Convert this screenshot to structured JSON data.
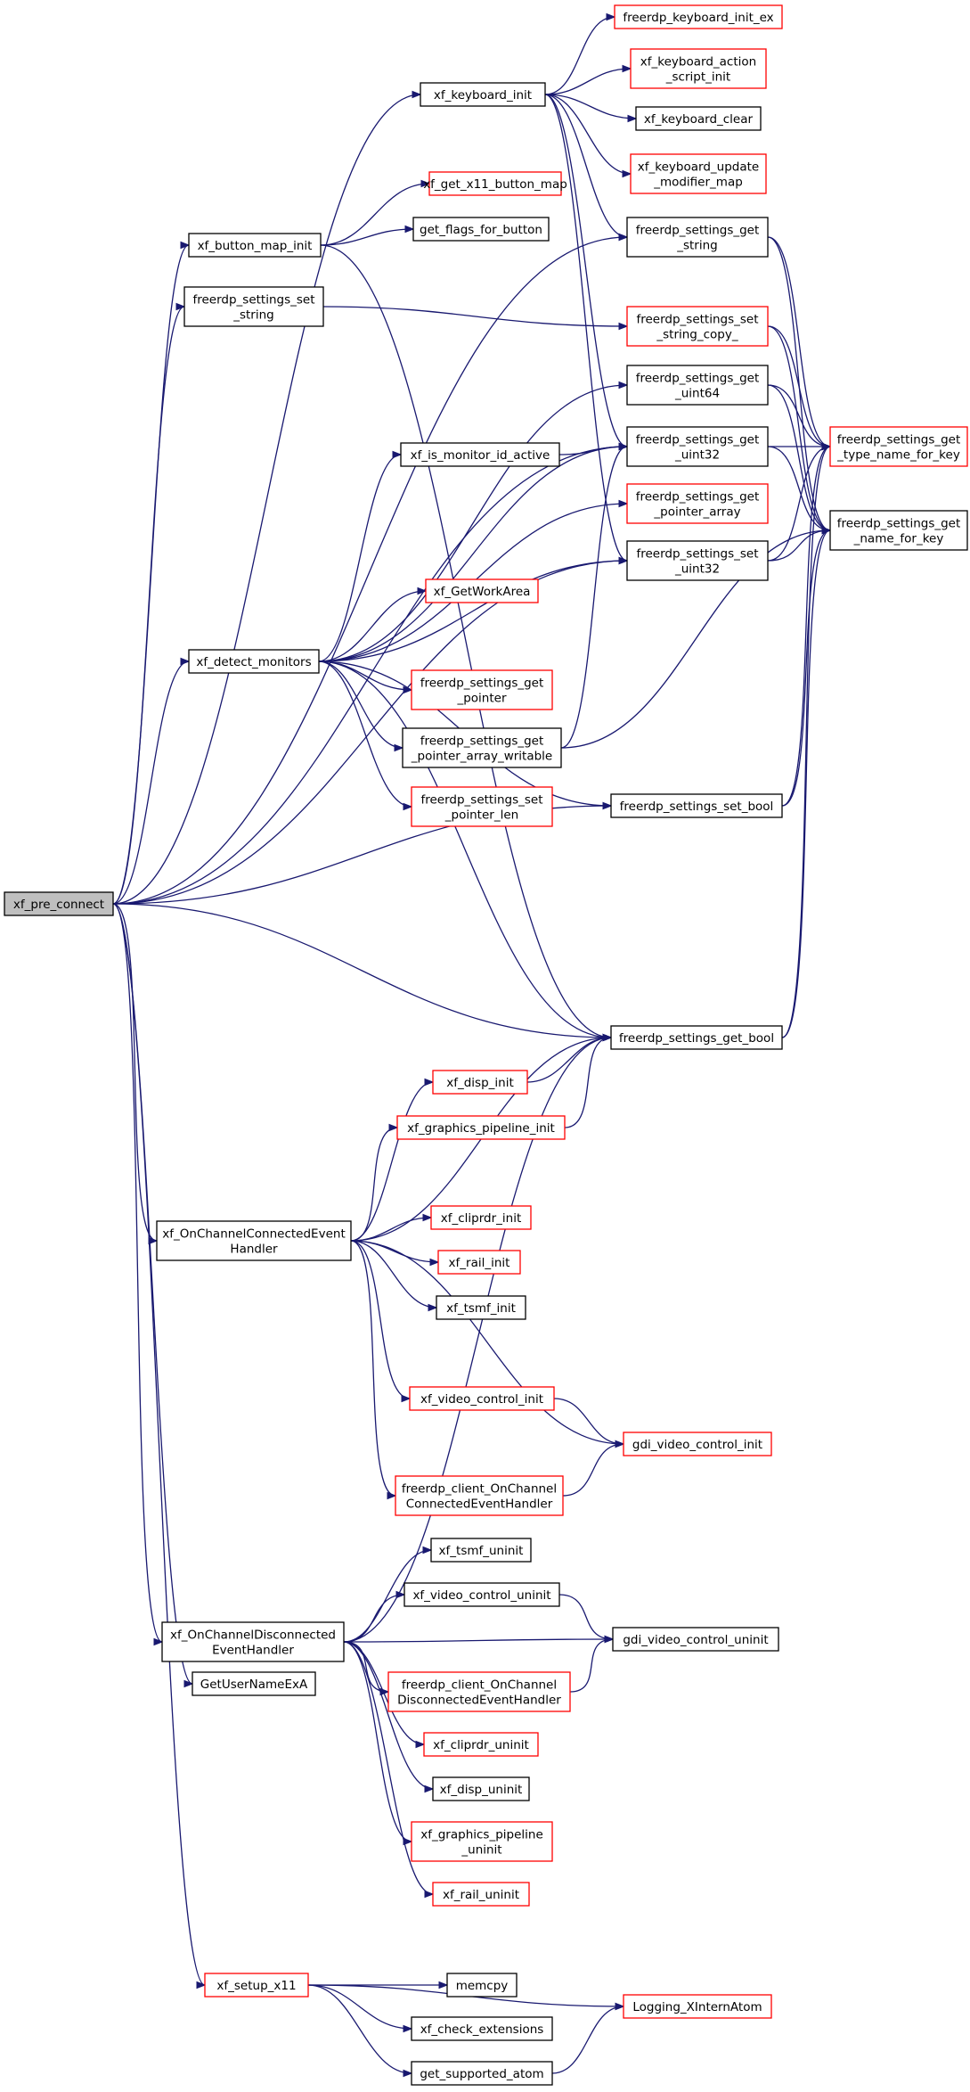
{
  "graph": {
    "nodes": [
      {
        "id": "xf_pre_connect",
        "lines": [
          "xf_pre_connect"
        ],
        "kind": "root"
      },
      {
        "id": "xf_keyboard_init",
        "lines": [
          "xf_keyboard_init"
        ],
        "kind": "black"
      },
      {
        "id": "freerdp_keyboard_init_ex",
        "lines": [
          "freerdp_keyboard_init_ex"
        ],
        "kind": "red"
      },
      {
        "id": "xf_keyboard_action_script_init",
        "lines": [
          "xf_keyboard_action",
          "_script_init"
        ],
        "kind": "red"
      },
      {
        "id": "xf_keyboard_clear",
        "lines": [
          "xf_keyboard_clear"
        ],
        "kind": "black"
      },
      {
        "id": "xf_keyboard_update_modifier_map",
        "lines": [
          "xf_keyboard_update",
          "_modifier_map"
        ],
        "kind": "red"
      },
      {
        "id": "xf_get_x11_button_map",
        "lines": [
          "xf_get_x11_button_map"
        ],
        "kind": "red"
      },
      {
        "id": "xf_button_map_init",
        "lines": [
          "xf_button_map_init"
        ],
        "kind": "black"
      },
      {
        "id": "get_flags_for_button",
        "lines": [
          "get_flags_for_button"
        ],
        "kind": "black"
      },
      {
        "id": "freerdp_settings_get_string",
        "lines": [
          "freerdp_settings_get",
          "_string"
        ],
        "kind": "black"
      },
      {
        "id": "freerdp_settings_set_string",
        "lines": [
          "freerdp_settings_set",
          "_string"
        ],
        "kind": "black"
      },
      {
        "id": "freerdp_settings_set_string_copy_",
        "lines": [
          "freerdp_settings_set",
          "_string_copy_"
        ],
        "kind": "red"
      },
      {
        "id": "freerdp_settings_get_uint64",
        "lines": [
          "freerdp_settings_get",
          "_uint64"
        ],
        "kind": "black"
      },
      {
        "id": "freerdp_settings_get_uint32",
        "lines": [
          "freerdp_settings_get",
          "_uint32"
        ],
        "kind": "black"
      },
      {
        "id": "freerdp_settings_get_type_name_for_key",
        "lines": [
          "freerdp_settings_get",
          "_type_name_for_key"
        ],
        "kind": "red"
      },
      {
        "id": "xf_is_monitor_id_active",
        "lines": [
          "xf_is_monitor_id_active"
        ],
        "kind": "black"
      },
      {
        "id": "freerdp_settings_get_pointer_array",
        "lines": [
          "freerdp_settings_get",
          "_pointer_array"
        ],
        "kind": "red"
      },
      {
        "id": "freerdp_settings_get_name_for_key",
        "lines": [
          "freerdp_settings_get",
          "_name_for_key"
        ],
        "kind": "black"
      },
      {
        "id": "freerdp_settings_set_uint32",
        "lines": [
          "freerdp_settings_set",
          "_uint32"
        ],
        "kind": "black"
      },
      {
        "id": "xf_GetWorkArea",
        "lines": [
          "xf_GetWorkArea"
        ],
        "kind": "red"
      },
      {
        "id": "xf_detect_monitors",
        "lines": [
          "xf_detect_monitors"
        ],
        "kind": "black"
      },
      {
        "id": "freerdp_settings_get_pointer",
        "lines": [
          "freerdp_settings_get",
          "_pointer"
        ],
        "kind": "red"
      },
      {
        "id": "freerdp_settings_get_pointer_array_writable",
        "lines": [
          "freerdp_settings_get",
          "_pointer_array_writable"
        ],
        "kind": "black"
      },
      {
        "id": "freerdp_settings_set_pointer_len",
        "lines": [
          "freerdp_settings_set",
          "_pointer_len"
        ],
        "kind": "red"
      },
      {
        "id": "freerdp_settings_set_bool",
        "lines": [
          "freerdp_settings_set_bool"
        ],
        "kind": "black"
      },
      {
        "id": "freerdp_settings_get_bool",
        "lines": [
          "freerdp_settings_get_bool"
        ],
        "kind": "black"
      },
      {
        "id": "xf_disp_init",
        "lines": [
          "xf_disp_init"
        ],
        "kind": "red"
      },
      {
        "id": "xf_graphics_pipeline_init",
        "lines": [
          "xf_graphics_pipeline_init"
        ],
        "kind": "red"
      },
      {
        "id": "xf_OnChannelConnectedEventHandler",
        "lines": [
          "xf_OnChannelConnectedEvent",
          "Handler"
        ],
        "kind": "black"
      },
      {
        "id": "xf_cliprdr_init",
        "lines": [
          "xf_cliprdr_init"
        ],
        "kind": "red"
      },
      {
        "id": "xf_rail_init",
        "lines": [
          "xf_rail_init"
        ],
        "kind": "red"
      },
      {
        "id": "xf_tsmf_init",
        "lines": [
          "xf_tsmf_init"
        ],
        "kind": "black"
      },
      {
        "id": "xf_video_control_init",
        "lines": [
          "xf_video_control_init"
        ],
        "kind": "red"
      },
      {
        "id": "gdi_video_control_init",
        "lines": [
          "gdi_video_control_init"
        ],
        "kind": "red"
      },
      {
        "id": "freerdp_client_OnChannelConnectedEventHandler",
        "lines": [
          "freerdp_client_OnChannel",
          "ConnectedEventHandler"
        ],
        "kind": "red"
      },
      {
        "id": "xf_tsmf_uninit",
        "lines": [
          "xf_tsmf_uninit"
        ],
        "kind": "black"
      },
      {
        "id": "xf_video_control_uninit",
        "lines": [
          "xf_video_control_uninit"
        ],
        "kind": "black"
      },
      {
        "id": "xf_OnChannelDisconnectedEventHandler",
        "lines": [
          "xf_OnChannelDisconnected",
          "EventHandler"
        ],
        "kind": "black"
      },
      {
        "id": "gdi_video_control_uninit",
        "lines": [
          "gdi_video_control_uninit"
        ],
        "kind": "black"
      },
      {
        "id": "freerdp_client_OnChannelDisconnectedEventHandler",
        "lines": [
          "freerdp_client_OnChannel",
          "DisconnectedEventHandler"
        ],
        "kind": "red"
      },
      {
        "id": "GetUserNameExA",
        "lines": [
          "GetUserNameExA"
        ],
        "kind": "black"
      },
      {
        "id": "xf_cliprdr_uninit",
        "lines": [
          "xf_cliprdr_uninit"
        ],
        "kind": "red"
      },
      {
        "id": "xf_disp_uninit",
        "lines": [
          "xf_disp_uninit"
        ],
        "kind": "black"
      },
      {
        "id": "xf_graphics_pipeline_uninit",
        "lines": [
          "xf_graphics_pipeline",
          "_uninit"
        ],
        "kind": "red"
      },
      {
        "id": "xf_rail_uninit",
        "lines": [
          "xf_rail_uninit"
        ],
        "kind": "red"
      },
      {
        "id": "xf_setup_x11",
        "lines": [
          "xf_setup_x11"
        ],
        "kind": "red"
      },
      {
        "id": "memcpy",
        "lines": [
          "memcpy"
        ],
        "kind": "black"
      },
      {
        "id": "Logging_XInternAtom",
        "lines": [
          "Logging_XInternAtom"
        ],
        "kind": "red"
      },
      {
        "id": "xf_check_extensions",
        "lines": [
          "xf_check_extensions"
        ],
        "kind": "black"
      },
      {
        "id": "get_supported_atom",
        "lines": [
          "get_supported_atom"
        ],
        "kind": "black"
      }
    ],
    "edges": [
      [
        "xf_pre_connect",
        "xf_keyboard_init"
      ],
      [
        "xf_pre_connect",
        "freerdp_settings_get_string"
      ],
      [
        "xf_pre_connect",
        "xf_button_map_init"
      ],
      [
        "xf_pre_connect",
        "freerdp_settings_set_string"
      ],
      [
        "xf_pre_connect",
        "freerdp_settings_get_uint32"
      ],
      [
        "xf_pre_connect",
        "xf_detect_monitors"
      ],
      [
        "xf_pre_connect",
        "freerdp_settings_set_uint32"
      ],
      [
        "xf_pre_connect",
        "freerdp_settings_set_bool"
      ],
      [
        "xf_pre_connect",
        "freerdp_settings_get_bool"
      ],
      [
        "xf_pre_connect",
        "xf_OnChannelConnectedEventHandler"
      ],
      [
        "xf_pre_connect",
        "xf_OnChannelDisconnectedEventHandler"
      ],
      [
        "xf_pre_connect",
        "GetUserNameExA"
      ],
      [
        "xf_pre_connect",
        "xf_setup_x11"
      ],
      [
        "xf_keyboard_init",
        "freerdp_keyboard_init_ex"
      ],
      [
        "xf_keyboard_init",
        "xf_keyboard_action_script_init"
      ],
      [
        "xf_keyboard_init",
        "xf_keyboard_clear"
      ],
      [
        "xf_keyboard_init",
        "xf_keyboard_update_modifier_map"
      ],
      [
        "xf_keyboard_init",
        "freerdp_settings_get_string"
      ],
      [
        "xf_keyboard_init",
        "freerdp_settings_get_uint32"
      ],
      [
        "xf_keyboard_init",
        "freerdp_settings_set_uint32"
      ],
      [
        "xf_button_map_init",
        "xf_get_x11_button_map"
      ],
      [
        "xf_button_map_init",
        "get_flags_for_button"
      ],
      [
        "xf_button_map_init",
        "freerdp_settings_get_bool"
      ],
      [
        "freerdp_settings_set_string",
        "freerdp_settings_set_string_copy_"
      ],
      [
        "freerdp_settings_get_string",
        "freerdp_settings_get_type_name_for_key"
      ],
      [
        "freerdp_settings_get_string",
        "freerdp_settings_get_name_for_key"
      ],
      [
        "freerdp_settings_set_string_copy_",
        "freerdp_settings_get_type_name_for_key"
      ],
      [
        "freerdp_settings_set_string_copy_",
        "freerdp_settings_get_name_for_key"
      ],
      [
        "freerdp_settings_get_uint64",
        "freerdp_settings_get_type_name_for_key"
      ],
      [
        "freerdp_settings_get_uint64",
        "freerdp_settings_get_name_for_key"
      ],
      [
        "freerdp_settings_get_uint32",
        "freerdp_settings_get_type_name_for_key"
      ],
      [
        "freerdp_settings_get_uint32",
        "freerdp_settings_get_name_for_key"
      ],
      [
        "freerdp_settings_set_uint32",
        "freerdp_settings_get_type_name_for_key"
      ],
      [
        "freerdp_settings_set_uint32",
        "freerdp_settings_get_name_for_key"
      ],
      [
        "xf_is_monitor_id_active",
        "freerdp_settings_get_uint32"
      ],
      [
        "xf_detect_monitors",
        "freerdp_settings_get_uint64"
      ],
      [
        "xf_detect_monitors",
        "freerdp_settings_get_uint32"
      ],
      [
        "xf_detect_monitors",
        "xf_is_monitor_id_active"
      ],
      [
        "xf_detect_monitors",
        "freerdp_settings_get_pointer_array"
      ],
      [
        "xf_detect_monitors",
        "xf_GetWorkArea"
      ],
      [
        "xf_detect_monitors",
        "freerdp_settings_set_uint32"
      ],
      [
        "xf_detect_monitors",
        "freerdp_settings_get_pointer"
      ],
      [
        "xf_detect_monitors",
        "freerdp_settings_get_pointer_array_writable"
      ],
      [
        "xf_detect_monitors",
        "freerdp_settings_set_pointer_len"
      ],
      [
        "xf_detect_monitors",
        "freerdp_settings_set_bool"
      ],
      [
        "xf_detect_monitors",
        "freerdp_settings_get_bool"
      ],
      [
        "freerdp_settings_get_pointer_array_writable",
        "freerdp_settings_get_uint32"
      ],
      [
        "freerdp_settings_get_pointer_array_writable",
        "freerdp_settings_get_name_for_key"
      ],
      [
        "freerdp_settings_set_bool",
        "freerdp_settings_get_type_name_for_key"
      ],
      [
        "freerdp_settings_set_bool",
        "freerdp_settings_get_name_for_key"
      ],
      [
        "freerdp_settings_get_bool",
        "freerdp_settings_get_type_name_for_key"
      ],
      [
        "freerdp_settings_get_bool",
        "freerdp_settings_get_name_for_key"
      ],
      [
        "xf_disp_init",
        "freerdp_settings_get_bool"
      ],
      [
        "xf_graphics_pipeline_init",
        "freerdp_settings_get_bool"
      ],
      [
        "xf_OnChannelConnectedEventHandler",
        "xf_disp_init"
      ],
      [
        "xf_OnChannelConnectedEventHandler",
        "xf_graphics_pipeline_init"
      ],
      [
        "xf_OnChannelConnectedEventHandler",
        "freerdp_settings_get_bool"
      ],
      [
        "xf_OnChannelConnectedEventHandler",
        "xf_cliprdr_init"
      ],
      [
        "xf_OnChannelConnectedEventHandler",
        "xf_rail_init"
      ],
      [
        "xf_OnChannelConnectedEventHandler",
        "xf_tsmf_init"
      ],
      [
        "xf_OnChannelConnectedEventHandler",
        "xf_video_control_init"
      ],
      [
        "xf_OnChannelConnectedEventHandler",
        "gdi_video_control_init"
      ],
      [
        "xf_OnChannelConnectedEventHandler",
        "freerdp_client_OnChannelConnectedEventHandler"
      ],
      [
        "xf_video_control_init",
        "gdi_video_control_init"
      ],
      [
        "freerdp_client_OnChannelConnectedEventHandler",
        "gdi_video_control_init"
      ],
      [
        "xf_OnChannelDisconnectedEventHandler",
        "freerdp_settings_get_bool"
      ],
      [
        "xf_OnChannelDisconnectedEventHandler",
        "xf_tsmf_uninit"
      ],
      [
        "xf_OnChannelDisconnectedEventHandler",
        "xf_video_control_uninit"
      ],
      [
        "xf_OnChannelDisconnectedEventHandler",
        "gdi_video_control_uninit"
      ],
      [
        "xf_OnChannelDisconnectedEventHandler",
        "freerdp_client_OnChannelDisconnectedEventHandler"
      ],
      [
        "xf_OnChannelDisconnectedEventHandler",
        "xf_cliprdr_uninit"
      ],
      [
        "xf_OnChannelDisconnectedEventHandler",
        "xf_disp_uninit"
      ],
      [
        "xf_OnChannelDisconnectedEventHandler",
        "xf_graphics_pipeline_uninit"
      ],
      [
        "xf_OnChannelDisconnectedEventHandler",
        "xf_rail_uninit"
      ],
      [
        "xf_video_control_uninit",
        "gdi_video_control_uninit"
      ],
      [
        "freerdp_client_OnChannelDisconnectedEventHandler",
        "gdi_video_control_uninit"
      ],
      [
        "xf_setup_x11",
        "Logging_XInternAtom"
      ],
      [
        "xf_setup_x11",
        "memcpy"
      ],
      [
        "xf_setup_x11",
        "xf_check_extensions"
      ],
      [
        "xf_setup_x11",
        "get_supported_atom"
      ],
      [
        "get_supported_atom",
        "Logging_XInternAtom"
      ]
    ],
    "colors": {
      "edge": "#191970",
      "red_border": "#ff0000",
      "black_border": "#000000",
      "root_fill": "#bfbfbf",
      "node_fill": "#ffffff"
    }
  }
}
